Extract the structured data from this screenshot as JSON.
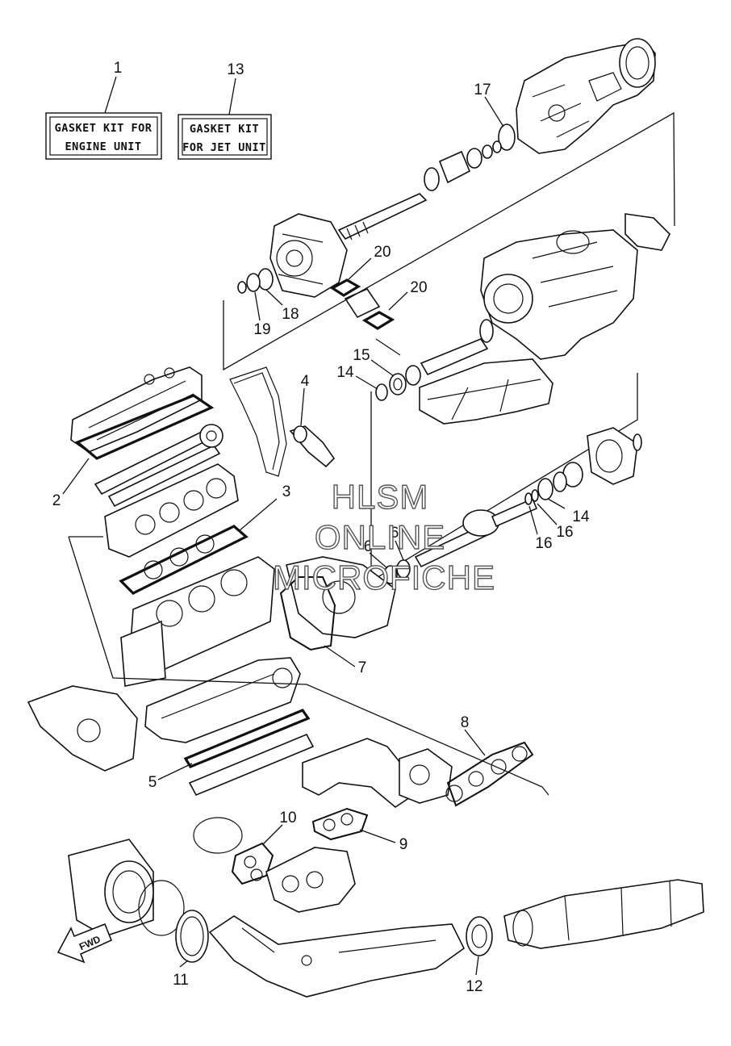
{
  "labels": {
    "kit_engine": {
      "number": "1",
      "line1": "GASKET KIT FOR",
      "line2": "ENGINE UNIT"
    },
    "kit_jet": {
      "number": "13",
      "line1": "GASKET KIT",
      "line2": "FOR JET UNIT"
    }
  },
  "callouts": {
    "c2": "2",
    "c3": "3",
    "c4": "4",
    "c5": "5",
    "c6a": "6",
    "c6b": "6",
    "c7": "7",
    "c8": "8",
    "c9": "9",
    "c10": "10",
    "c11": "11",
    "c12": "12",
    "c14a": "14",
    "c14b": "14",
    "c15": "15",
    "c16a": "16",
    "c16b": "16",
    "c17": "17",
    "c18": "18",
    "c19": "19",
    "c20a": "20",
    "c20b": "20"
  },
  "watermark": {
    "line1": "HLSM",
    "line2": "ONLINE",
    "line3": "MICROFICHE"
  },
  "fwd_arrow": {
    "label": "FWD"
  }
}
